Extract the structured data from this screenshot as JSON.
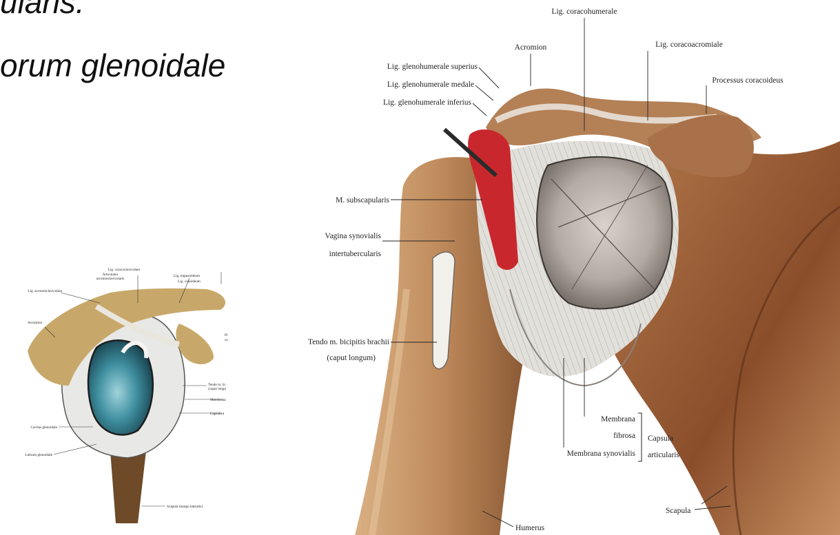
{
  "slide": {
    "heading_line1": "ularis.",
    "heading_line2": "orum glenoidale"
  },
  "large_figure": {
    "labels": {
      "coracohumerale": "Lig. coracohumerale",
      "acromion": "Acromion",
      "coracoacromiale": "Lig. coracoacromiale",
      "gh_superius": "Lig. glenohumerale superius",
      "gh_medius": "Lig. glenohumerale medale",
      "gh_inferius": "Lig. glenohumerale inferius",
      "processus_coracoideus": "Processus coracoideus",
      "subscapularis": "M. subscapularis",
      "vagina_line1": "Vagina synovialis",
      "vagina_line2": "intertubercularis",
      "tendo_line1": "Tendo m. bicipitis brachii",
      "tendo_line2": "(caput longum)",
      "membrana_fibrosa_line1": "Membrana",
      "membrana_fibrosa_line2": "fibrosa",
      "membrana_synovialis": "Membrana synovialis",
      "capsula_line1": "Capsula",
      "capsula_line2": "articularis",
      "scapula": "Scapula",
      "humerus": "Humerus"
    }
  },
  "small_figure": {
    "labels": {
      "coracoclaviculare": "Lig. coracoclaviculare",
      "articulatio_line1": "Articulatio",
      "articulatio_line2": "acromioclavicularis",
      "trapezoideum": "Lig. trapezoideum",
      "conoideum": "Lig. conoideum",
      "acromioclaviculare": "Lig. acromioclaviculare",
      "acromion": "Acromion",
      "proc_line1": "Pr",
      "proc_line2": "co",
      "tendo_line1": "Tendo m. bi",
      "tendo_line2": "(caput longu",
      "membrana": "Membrana",
      "capsula": "Capsula a",
      "cavitas": "Cavitas glenoidale",
      "labrum": "Labrum glenoidale",
      "scapula": "Scapula (margo lateralis)"
    }
  },
  "colors": {
    "bone": "#c99a6f",
    "bone_dark": "#7a4a2a",
    "ligament": "#e6e4de",
    "muscle": "#c8282d",
    "labrum_blue": "#3f8fa0"
  }
}
